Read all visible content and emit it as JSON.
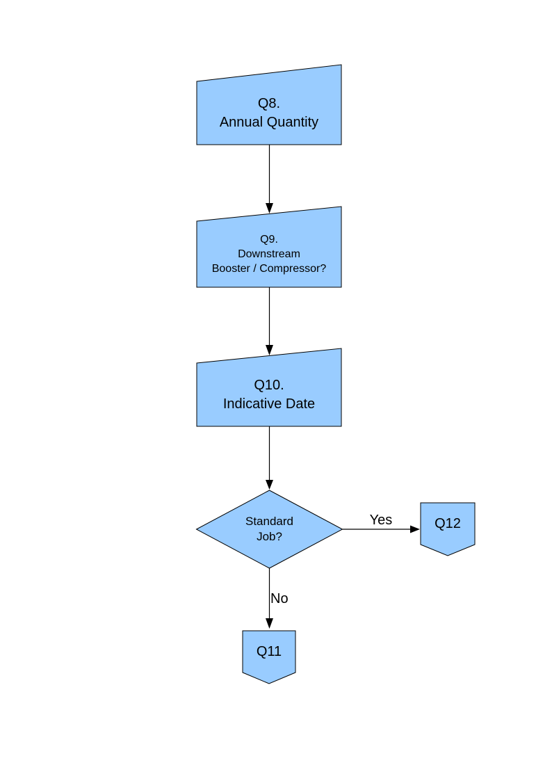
{
  "style": {
    "background": "#FFFFFF",
    "node_fill": "#99CCFF",
    "node_border": "#000000",
    "line_color": "#000000",
    "text_color": "#000000"
  },
  "flowchart": {
    "nodes": {
      "q8": {
        "shape": "manual-input",
        "line1": "Q8.",
        "line2": "Annual Quantity"
      },
      "q9": {
        "shape": "manual-input",
        "line1": "Q9.",
        "line2": "Downstream",
        "line3": "Booster / Compressor?"
      },
      "q10": {
        "shape": "manual-input",
        "line1": "Q10.",
        "line2": "Indicative Date"
      },
      "decision": {
        "shape": "decision-diamond",
        "line1": "Standard",
        "line2": "Job?"
      },
      "q12": {
        "shape": "off-page-connector",
        "label": "Q12"
      },
      "q11": {
        "shape": "off-page-connector",
        "label": "Q11"
      }
    },
    "edge_labels": {
      "yes": "Yes",
      "no": "No"
    }
  }
}
